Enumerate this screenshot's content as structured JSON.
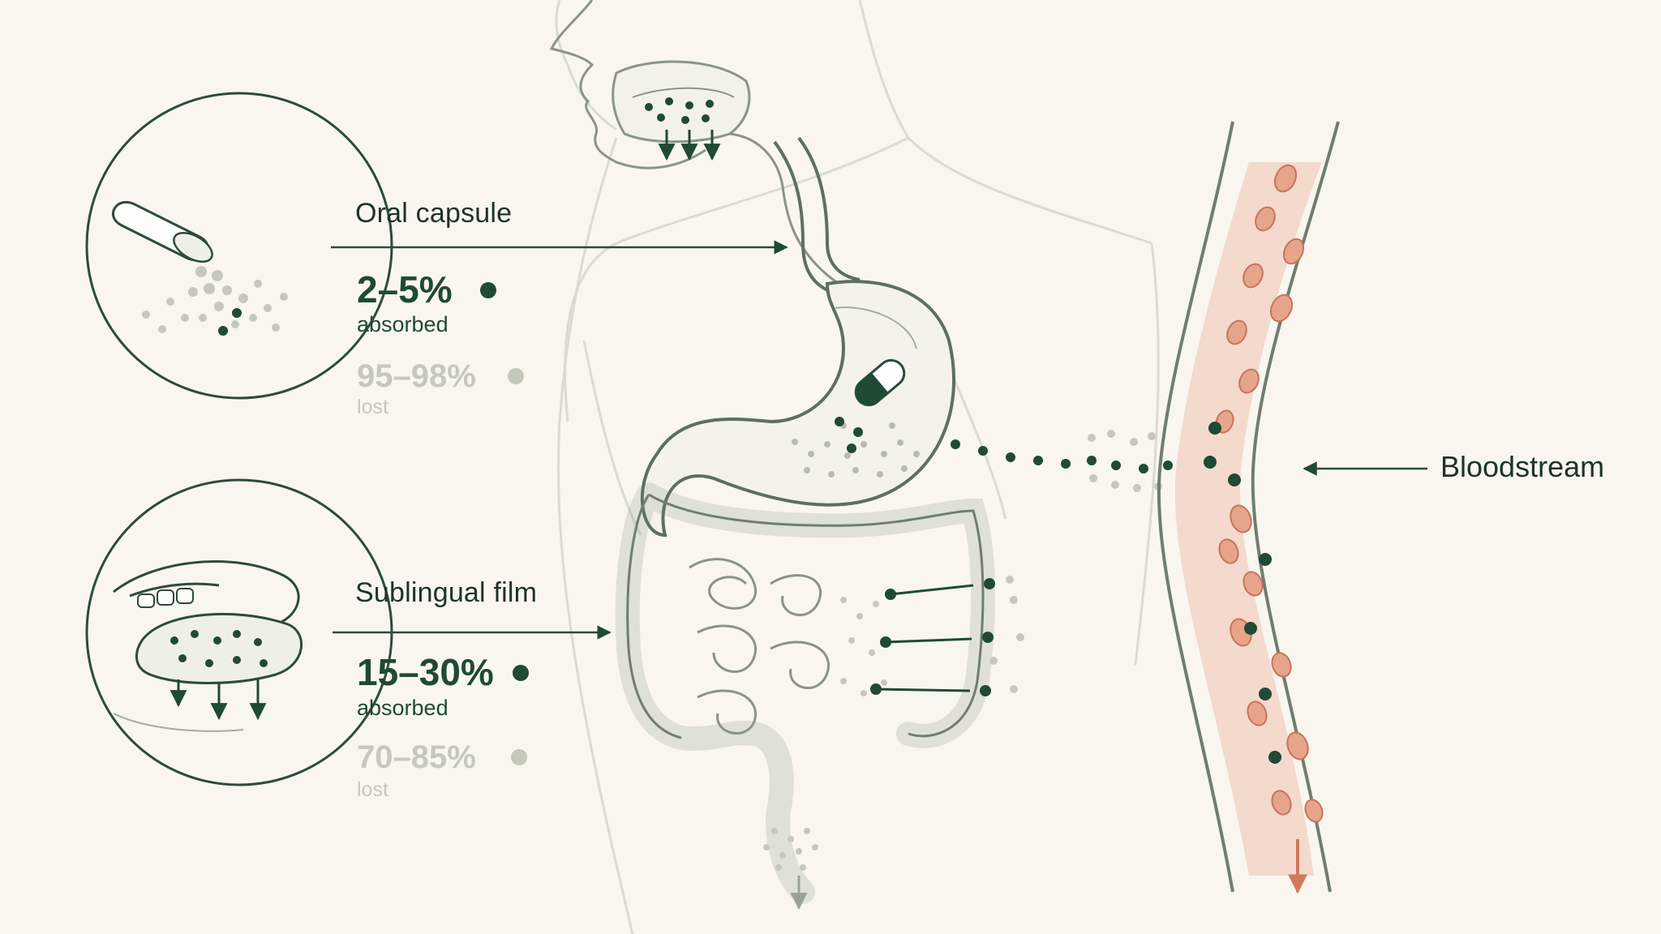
{
  "colors": {
    "background": "#f8f6ef",
    "dark_green": "#1f4a33",
    "ink": "#2e4a3a",
    "faded": "#c5c9bb",
    "blood": "#d07a5a",
    "blood_cell": "#e6a58b"
  },
  "routes": [
    {
      "title": "Oral capsule",
      "absorbed_value": "2–5%",
      "absorbed_label": "absorbed",
      "lost_value": "95–98%",
      "lost_label": "lost",
      "icon": "capsule-spill-icon"
    },
    {
      "title": "Sublingual film",
      "absorbed_value": "15–30%",
      "absorbed_label": "absorbed",
      "lost_value": "70–85%",
      "lost_label": "lost",
      "icon": "mouth-under-tongue-icon"
    }
  ],
  "bloodstream_label": "Bloodstream"
}
